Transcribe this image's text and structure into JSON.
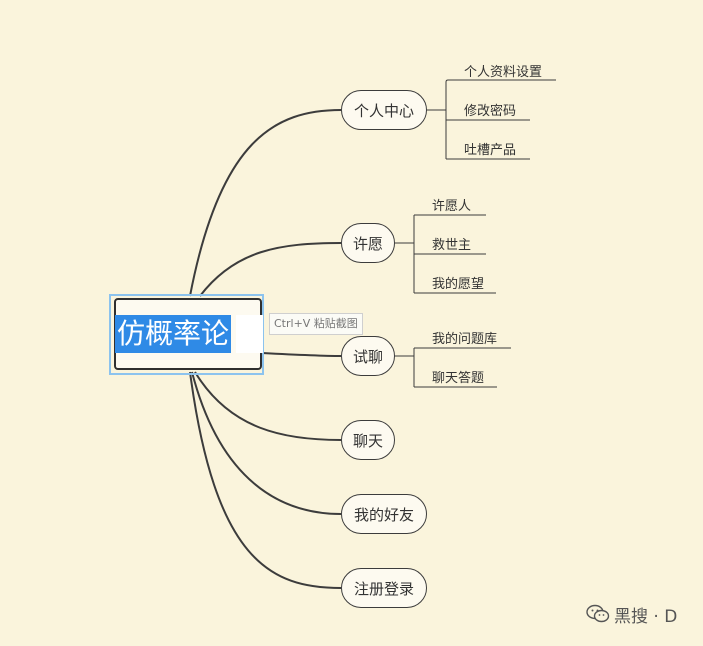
{
  "root": {
    "label": "仿概率论"
  },
  "tooltip": {
    "label": "Ctrl+V 粘贴截图"
  },
  "branches": [
    {
      "label": "个人中心",
      "children": [
        "个人资料设置",
        "修改密码",
        "吐槽产品"
      ]
    },
    {
      "label": "许愿",
      "children": [
        "许愿人",
        "救世主",
        "我的愿望"
      ]
    },
    {
      "label": "试聊",
      "children": [
        "我的问题库",
        "聊天答题"
      ]
    },
    {
      "label": "聊天",
      "children": []
    },
    {
      "label": "我的好友",
      "children": []
    },
    {
      "label": "注册登录",
      "children": []
    }
  ],
  "watermark": {
    "text": "黑搜 · D",
    "icon": "wechat-icon"
  },
  "colors": {
    "background": "#faf4dc",
    "line": "#3c3c3c",
    "selection": "#2f8ae6",
    "selection_border": "#8cc3ee"
  }
}
